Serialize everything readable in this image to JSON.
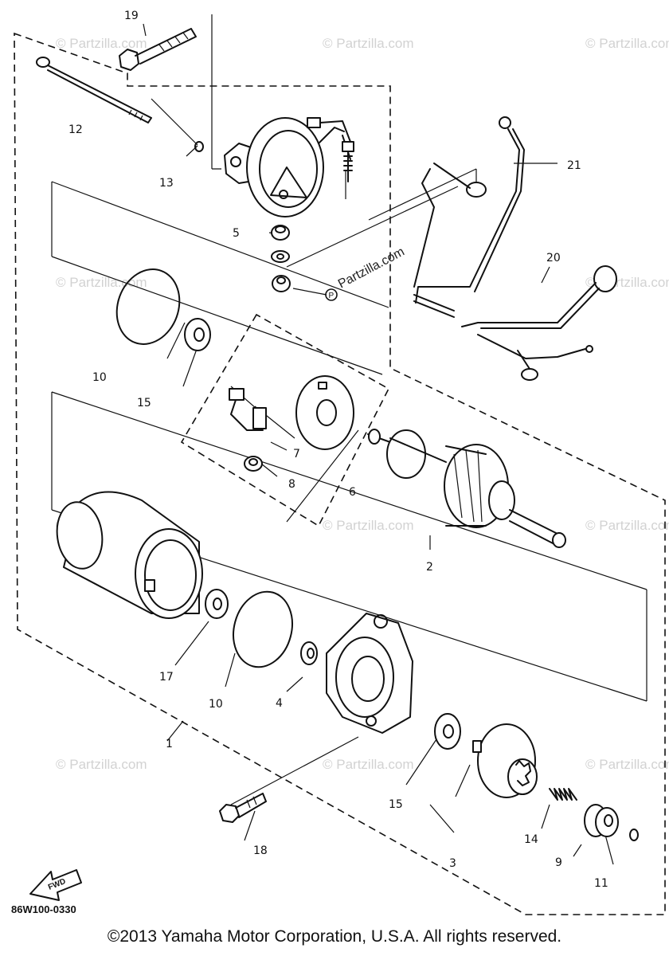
{
  "diagram": {
    "watermark": "© Partzilla.com",
    "watermark_center": "Partzilla.com",
    "watermark_center_logo": "P",
    "drawing_code": "86W100-0330",
    "fwd_label": "FWD",
    "copyright": "©2013 Yamaha Motor Corporation, U.S.A. All rights reserved.",
    "callouts": {
      "c1": "1",
      "c2": "2",
      "c3": "3",
      "c4": "4",
      "c5": "5",
      "c6": "6",
      "c7": "7",
      "c8": "8",
      "c9": "9",
      "c10a": "10",
      "c10b": "10",
      "c11": "11",
      "c12": "12",
      "c13": "13",
      "c14": "14",
      "c15a": "15",
      "c15b": "15",
      "c17": "17",
      "c18": "18",
      "c19": "19",
      "c20": "20",
      "c21": "21"
    }
  }
}
